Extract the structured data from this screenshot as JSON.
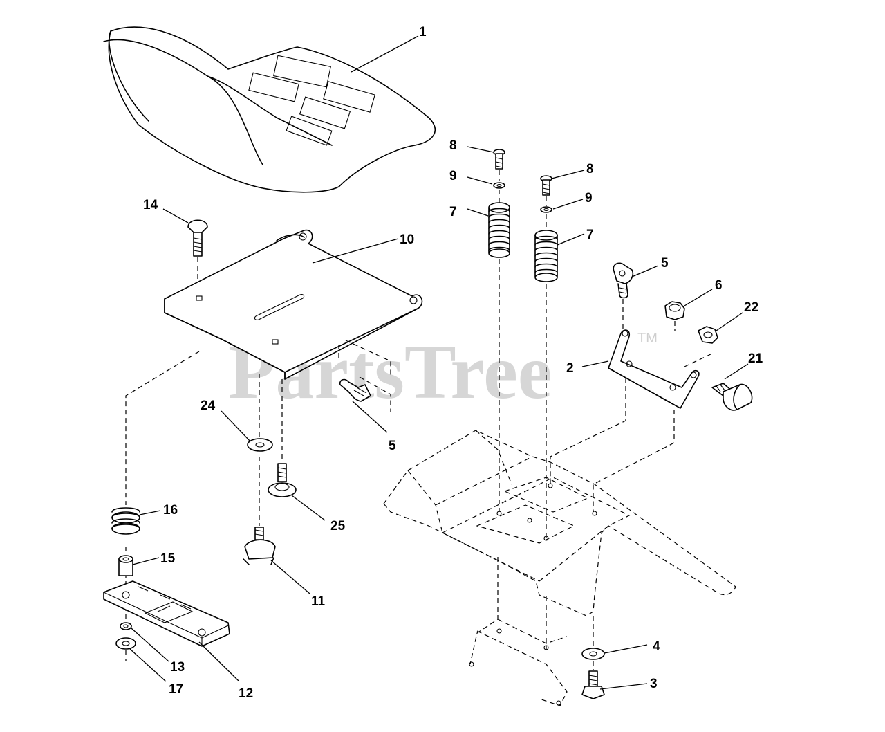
{
  "watermark": {
    "text": "PartsTree",
    "trademark": "TM"
  },
  "callouts": {
    "seat": "1",
    "seat_bracket": "2",
    "bolt_bottom": "3",
    "washer_bottom": "4",
    "knob_right": "5",
    "knob_left": "5",
    "lock_nut": "6",
    "spring_left": "7",
    "spring_right": "7",
    "bolt_left": "8",
    "bolt_right": "8",
    "washer_left": "9",
    "washer_right": "9",
    "seat_pan": "10",
    "adjust_knob": "11",
    "slide_rail": "12",
    "small_washer": "13",
    "carriage_bolt": "14",
    "spacer": "15",
    "spring_small": "16",
    "flat_washer": "17",
    "hex_nut": "22",
    "shoulder_bolt": "21",
    "washer_24": "24",
    "screw_25": "25"
  },
  "colors": {
    "line": "#000000",
    "watermark": "#cfcfcf",
    "background": "#ffffff"
  }
}
